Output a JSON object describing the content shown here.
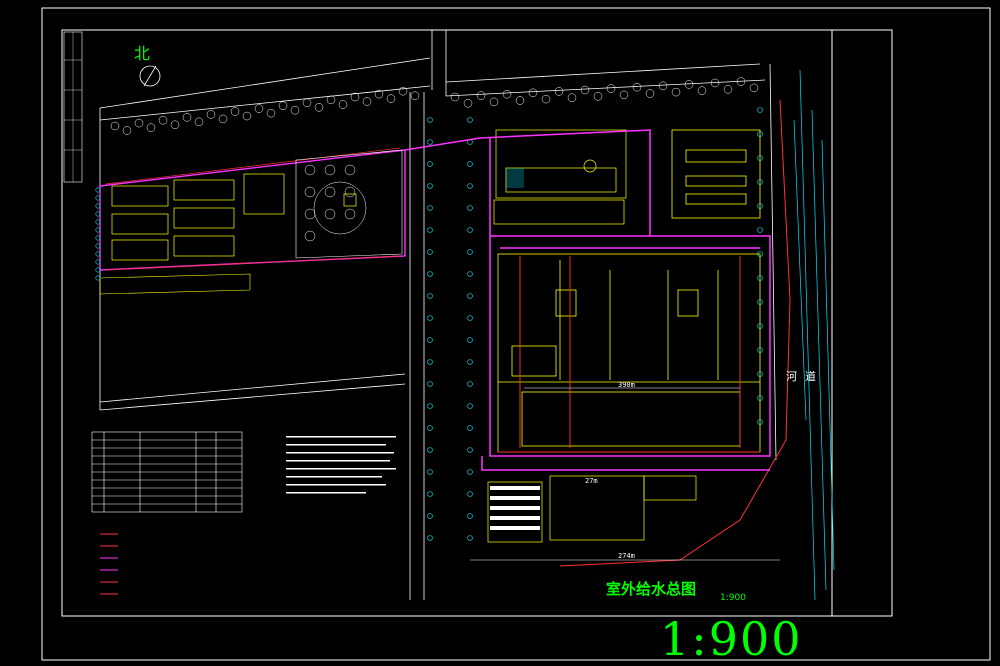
{
  "drawing": {
    "title": "室外给水总图",
    "plan_scale": "1:900",
    "large_scale": "1:900",
    "north": "北",
    "river": "河道",
    "dimensions": [
      "390m",
      "274m",
      "27m"
    ],
    "colors": {
      "background": "#000000",
      "border": "#ffffff",
      "water_main": "#ff33ff",
      "building": "#ffff00",
      "tree": "#00e5ff",
      "road": "#ffffff",
      "fire_line": "#ff3333",
      "title": "#00ff00"
    },
    "icons": [
      "north-arrow-icon",
      "tree-symbol-icon",
      "hydrant-symbol-icon"
    ]
  }
}
